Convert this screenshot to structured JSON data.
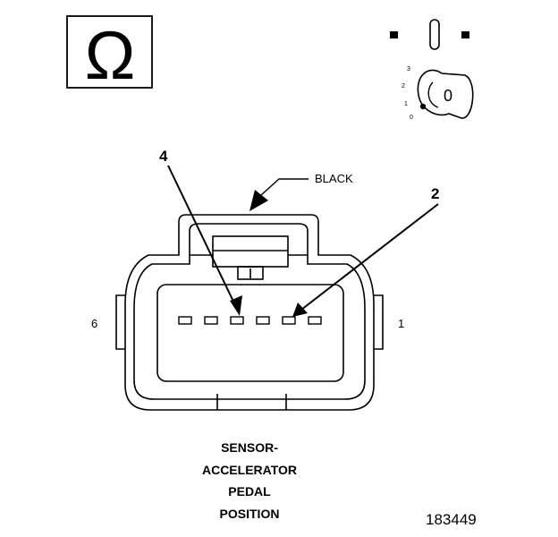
{
  "meter_symbol": "Ω",
  "key_positions": [
    "3",
    "2",
    "1",
    "0"
  ],
  "key_current": "0",
  "connector": {
    "color_label": "BLACK",
    "pin_left": "6",
    "pin_right": "1",
    "probe_a": "4",
    "probe_b": "2"
  },
  "title_lines": [
    "SENSOR-",
    "ACCELERATOR",
    "PEDAL",
    "POSITION"
  ],
  "figure_number": "183449"
}
